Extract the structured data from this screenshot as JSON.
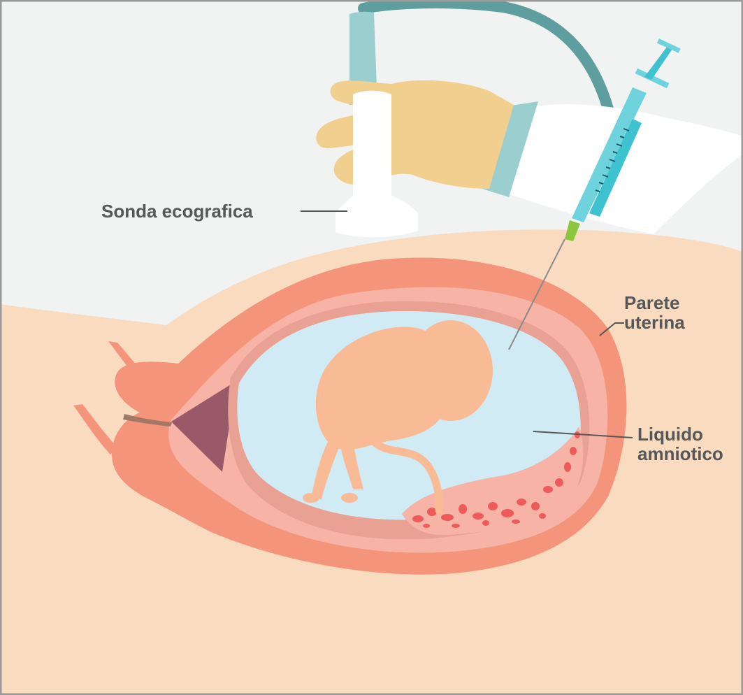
{
  "labels": {
    "probe": "Sonda ecografica",
    "uterine_wall_line1": "Parete",
    "uterine_wall_line2": "uterina",
    "amniotic_line1": "Liquido",
    "amniotic_line2": "amniotico"
  },
  "colors": {
    "background_top": "#f1f2f2",
    "skin": "#f9dcc0",
    "uterus_outer": "#f3947b",
    "uterus_inner": "#f7b4a6",
    "amniotic_fluid": "#d0ebf3",
    "fetus": "#f9bb95",
    "placenta_spots": "#ef5a5a",
    "glove": "#f1d08f",
    "probe": "#ffffff",
    "probe_cable": "#5f9e9e",
    "cuff": "#9bcfcf",
    "syringe": "#3fc2d0",
    "needle_tip": "#8cc63f",
    "cervix_dark": "#9a5968",
    "label_text": "#555759",
    "frame_border": "#9a9a9a"
  }
}
